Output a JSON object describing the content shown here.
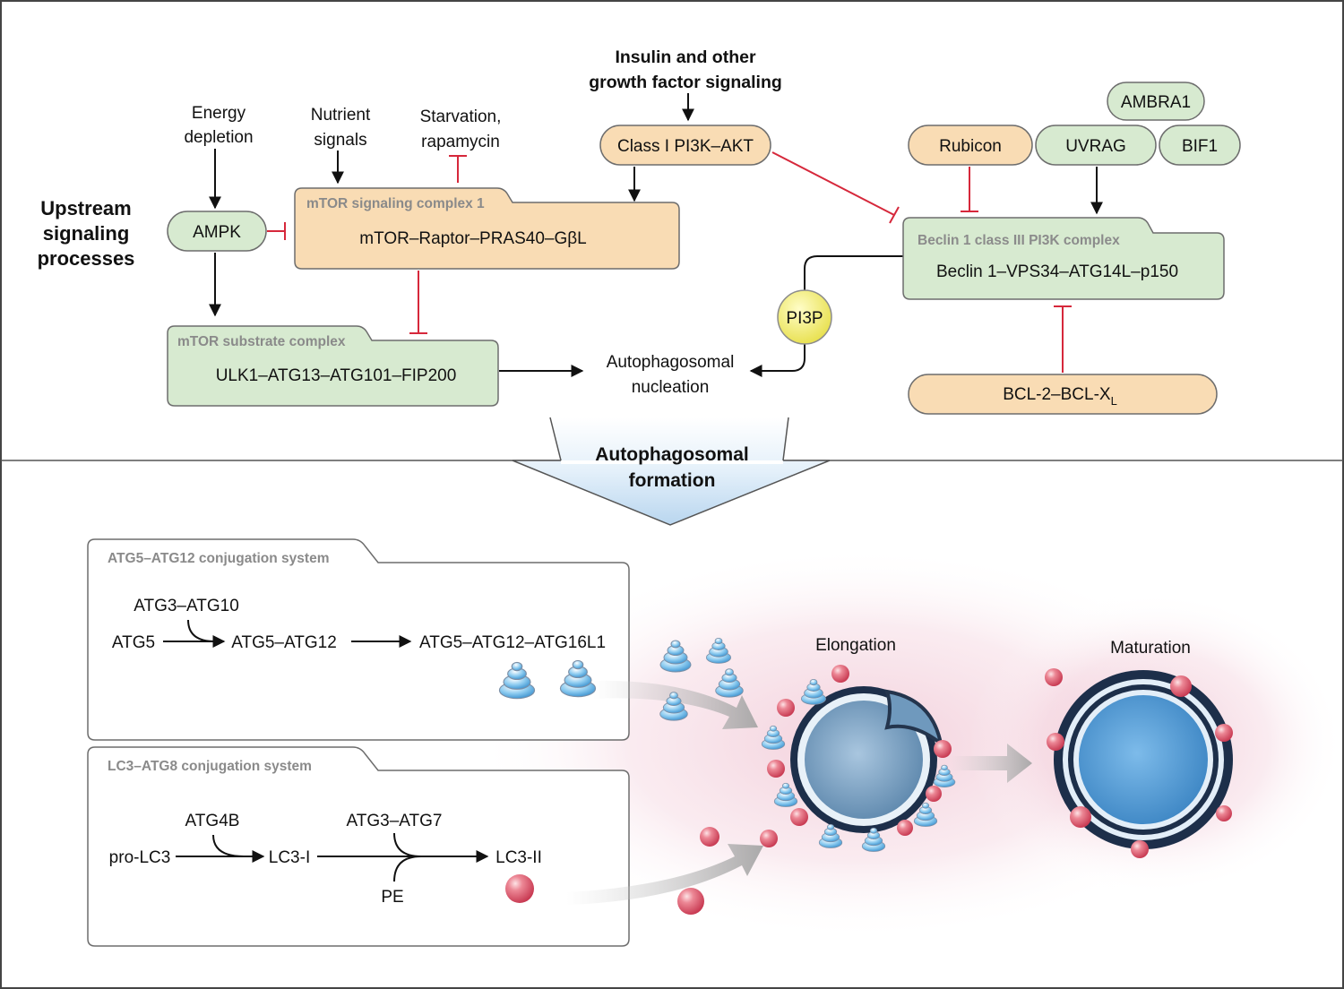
{
  "colors": {
    "orange_box": "#f9dcb4",
    "green_box": "#d7ead0",
    "box_stroke": "#6d6d6d",
    "inhibit": "#d6283b",
    "arrow": "#111111",
    "pi3p": "#f2ee6a",
    "lc3_sphere": "#e06677",
    "atg_blue": "#4ea4d8",
    "vesicle": "#5c8db5"
  },
  "upstream": {
    "section_title": "Upstream signaling processes",
    "energy_depletion": "Energy depletion",
    "nutrient_signals": "Nutrient signals",
    "starvation": "Starvation, rapamycin",
    "insulin": "Insulin and other growth factor signaling",
    "ampk": "AMPK",
    "mtorc1_header": "mTOR signaling complex 1",
    "mtorc1_body": "mTOR–Raptor–PRAS40–GβL",
    "substrate_header": "mTOR substrate complex",
    "substrate_body": "ULK1–ATG13–ATG101–FIP200",
    "class1": "Class I PI3K–AKT",
    "nucleation": "Autophagosomal nucleation",
    "pi3p": "PI3P",
    "rubicon": "Rubicon",
    "uvrag": "UVRAG",
    "ambra1": "AMBRA1",
    "bif1": "BIF1",
    "beclin_header": "Beclin 1 class III PI3K complex",
    "beclin_body": "Beclin 1–VPS34–ATG14L–p150",
    "bcl2": "BCL-2–BCL-X",
    "bcl2_sub": "L"
  },
  "formation": {
    "title": "Autophagosomal formation"
  },
  "atg5": {
    "header": "ATG5–ATG12 conjugation system",
    "enzyme": "ATG3–ATG10",
    "s1": "ATG5",
    "s2": "ATG5–ATG12",
    "s3": "ATG5–ATG12–ATG16L1"
  },
  "lc3": {
    "header": "LC3–ATG8 conjugation system",
    "enzyme1": "ATG4B",
    "enzyme2": "ATG3–ATG7",
    "pe": "PE",
    "s1": "pro-LC3",
    "s2": "LC3-I",
    "s3": "LC3-II"
  },
  "stages": {
    "elongation": "Elongation",
    "maturation": "Maturation"
  }
}
